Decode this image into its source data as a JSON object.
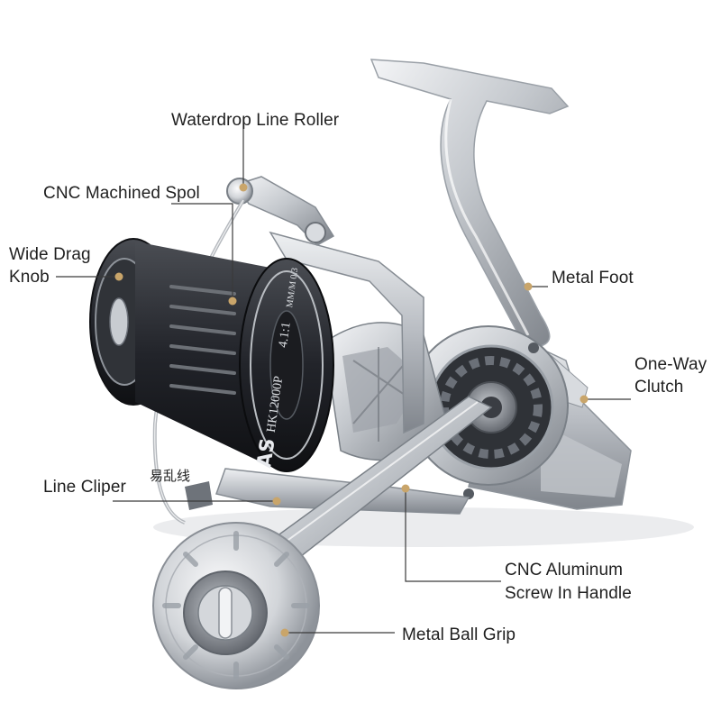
{
  "labels": {
    "waterdrop_line_roller": "Waterdrop Line Roller",
    "cnc_machined_spool": "CNC Machined Spol",
    "wide_drag_knob_line1": "Wide Drag",
    "wide_drag_knob_line2": "Knob",
    "metal_foot": "Metal Foot",
    "one_way_clutch_line1": "One-Way",
    "one_way_clutch_line2": "Clutch",
    "line_cliper": "Line Cliper",
    "line_cliper_cn": "易乱线",
    "cnc_handle_line1": "CNC Aluminum",
    "cnc_handle_line2": "Screw In Handle",
    "metal_ball_grip": "Metal Ball Grip"
  },
  "product_print": {
    "brand": "AS",
    "model": "HK12000P",
    "ratio": "4.1:1",
    "capacity": "MM/M 0.3"
  },
  "colors": {
    "background": "#ffffff",
    "leader_line": "#3a3a3a",
    "marker_dot": "#c9a56a",
    "spool_dark": "#2a2c30",
    "metal_light": "#e3e5e8",
    "metal_mid": "#b7bbc1",
    "metal_dark": "#6f747b"
  }
}
